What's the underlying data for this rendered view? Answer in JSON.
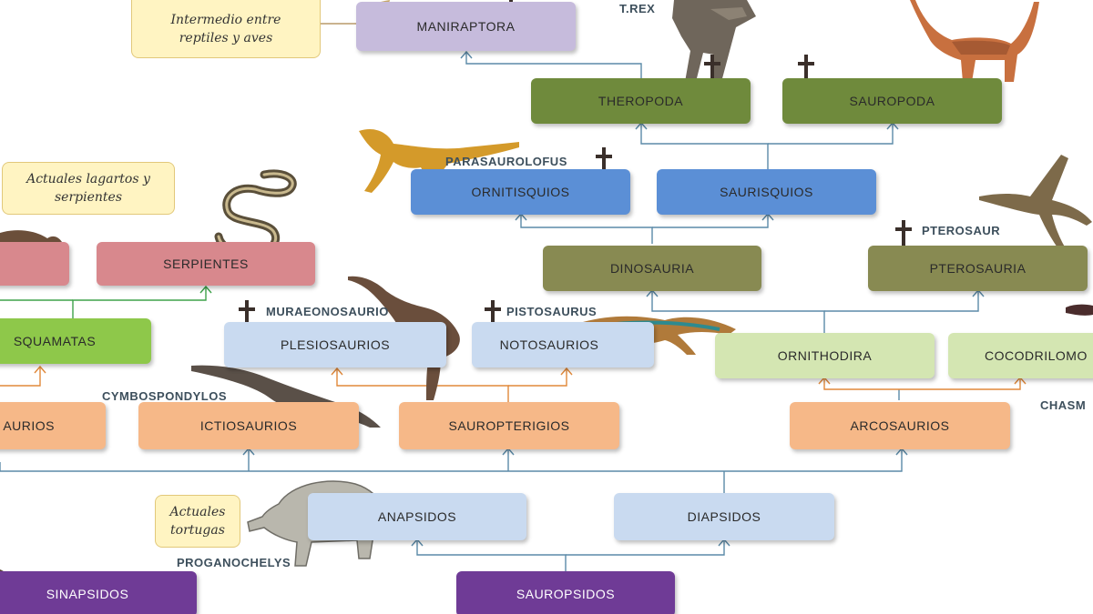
{
  "nodes": {
    "maniraptora": "MANIRAPTORA",
    "theropoda": "THEROPODA",
    "sauropoda": "SAUROPODA",
    "ornitisquios": "ORNITISQUIOS",
    "saurisquios": "SAURISQUIOS",
    "serpientes": "SERPIENTES",
    "dinosauria": "DINOSAURIA",
    "pterosauria": "PTEROSAURIA",
    "squamatas": "SQUAMATAS",
    "plesiosaurios": "PLESIOSAURIOS",
    "notosaurios": "NOTOSAURIOS",
    "ornithodira": "ORNITHODIRA",
    "cocodrilomorfos": "COCODRILOMO",
    "lepidosaurios": "AURIOS",
    "ictiosaurios": "ICTIOSAURIOS",
    "sauropterigios": "SAUROPTERIGIOS",
    "arcosaurios": "ARCOSAURIOS",
    "anapsidos": "ANAPSIDOS",
    "diapsidos": "DIAPSIDOS",
    "sinapsidos": "SINAPSIDOS",
    "sauropsidos": "SAUROPSIDOS"
  },
  "notes": {
    "intermedio": "Intermedio entre reptiles y aves",
    "lagartos": "Actuales lagartos y serpientes",
    "tortugas": "Actuales tortugas"
  },
  "labels": {
    "trex": "T.REX",
    "parasaurolofus": "PARASAUROLOFUS",
    "pterosaur": "PTEROSAUR",
    "muraeonosaurio": "MURAEONOSAURIO",
    "pistosaurus": "PISTOSAURUS",
    "cymbospondylos": "CYMBOSPONDYLOS",
    "chasm": "CHASM",
    "proganochelys": "PROGANOCHELYS"
  },
  "colors": {
    "purple": "#6f3b96",
    "light_blue": "#c9daf0",
    "peach": "#f6b888",
    "green": "#8ec84a",
    "light_green": "#d4e6b2",
    "olive": "#888a52",
    "blue": "#5b8fd6",
    "dark_green": "#6f8a3c",
    "pink": "#d8888d",
    "lavender": "#c6bbdc",
    "note_yellow": "#fff4c2",
    "line": "#5b8aa8",
    "arrow_orange": "#e0883a",
    "arrow_green": "#3ea24a"
  }
}
